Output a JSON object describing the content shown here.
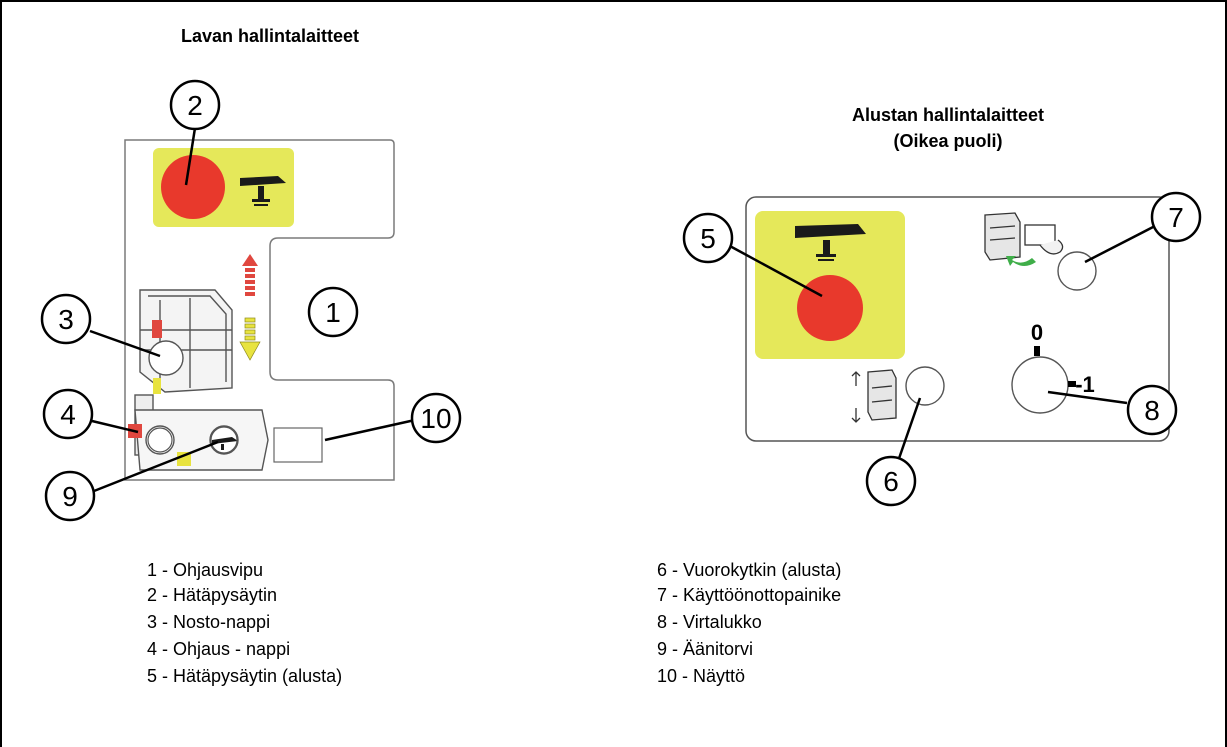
{
  "titles": {
    "platform": "Lavan hallintalaitteet",
    "base_line1": "Alustan hallintalaitteet",
    "base_line2": "(Oikea puoli)"
  },
  "callouts": {
    "c1": "1",
    "c2": "2",
    "c3": "3",
    "c4": "4",
    "c5": "5",
    "c6": "6",
    "c7": "7",
    "c8": "8",
    "c9": "9",
    "c10": "10"
  },
  "key_switch": {
    "zero": "0",
    "minus_one": "-1"
  },
  "legend_left": [
    "1 - Ohjausvipu",
    "2 - Hätäpysäytin",
    "3 - Nosto-nappi",
    "4 - Ohjaus - nappi",
    "5 - Hätäpysäytin (alusta)"
  ],
  "legend_right": [
    "6 - Vuorokytkin (alusta)",
    "7 - Käyttöönottopainike",
    "8 - Virtalukko",
    "9 - Äänitorvi",
    "10 - Näyttö"
  ],
  "colors": {
    "panel_yellow": "#e5e85a",
    "stop_red": "#e8392c",
    "up_arrow_red": "#e0473f",
    "down_arrow_yellow": "#e8e33f",
    "panel_border": "#6b6b6b",
    "green_arrow": "#3fae49"
  }
}
